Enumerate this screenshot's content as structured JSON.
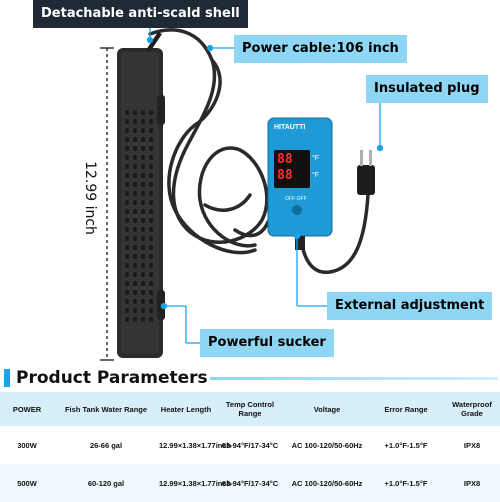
{
  "callouts": {
    "shell": "Detachable anti-scald shell",
    "cable": "Power cable:106 inch",
    "plug": "Insulated plug",
    "adjustment": "External adjustment",
    "sucker": "Powerful sucker"
  },
  "dimension": "12.99 inch",
  "controller": {
    "brand": "HITAUTTI",
    "display_top": "88",
    "display_bottom": "88",
    "unit_f": "°F",
    "switch_label": "OFF·OFF"
  },
  "params": {
    "title": "Product Parameters",
    "headers": [
      "POWER",
      "Fish Tank Water Range",
      "Heater Length",
      "Temp Control Range",
      "Voltage",
      "Error Range",
      "Waterproof Grade"
    ],
    "rows": [
      [
        "300W",
        "26-66 gal",
        "12.99×1.38×1.77inch",
        "63-94°F/17-34°C",
        "AC 100-120/50-60Hz",
        "+1.0°F-1.5°F",
        "IPX8"
      ],
      [
        "500W",
        "60-120 gal",
        "12.99×1.38×1.77inch",
        "63-94°F/17-34°C",
        "AC 100-120/50-60Hz",
        "+1.0°F-1.5°F",
        "IPX8"
      ]
    ]
  },
  "colors": {
    "callout_light": "#8fd6f4",
    "callout_dark": "#1f2a36",
    "controller_blue": "#1e9ad6",
    "accent": "#1aa3e8"
  }
}
